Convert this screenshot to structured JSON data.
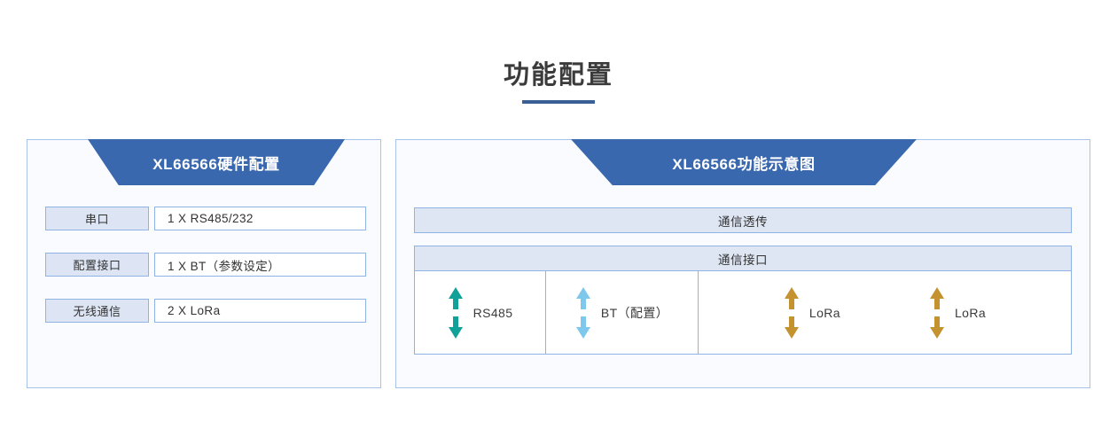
{
  "page": {
    "title": "功能配置",
    "accent_color": "#3a5e96",
    "banner_color": "#3a68ae",
    "panel_border_color": "#a8c3ea",
    "panel_fill_color": "#fafbfe",
    "background_color": "#ffffff"
  },
  "left_panel": {
    "banner_title": "XL66566硬件配置",
    "rows": [
      {
        "label": "串口",
        "value": "1 X RS485/232"
      },
      {
        "label": "配置接口",
        "value": "1 X BT（参数设定）"
      },
      {
        "label": "无线通信",
        "value": "2 X LoRa"
      }
    ]
  },
  "right_panel": {
    "banner_title": "XL66566功能示意图",
    "passthrough_bar": "通信透传",
    "interface_bar": "通信接口",
    "interfaces": [
      {
        "label": "RS485",
        "icon": "double-arrow-vertical-icon",
        "color": "#11a199"
      },
      {
        "label": "BT（配置）",
        "icon": "double-arrow-vertical-icon",
        "color": "#7ec8ee"
      },
      {
        "label": "LoRa",
        "icon": "double-arrow-vertical-icon",
        "color": "#c49330"
      },
      {
        "label": "LoRa",
        "icon": "double-arrow-vertical-icon",
        "color": "#c49330"
      }
    ]
  }
}
